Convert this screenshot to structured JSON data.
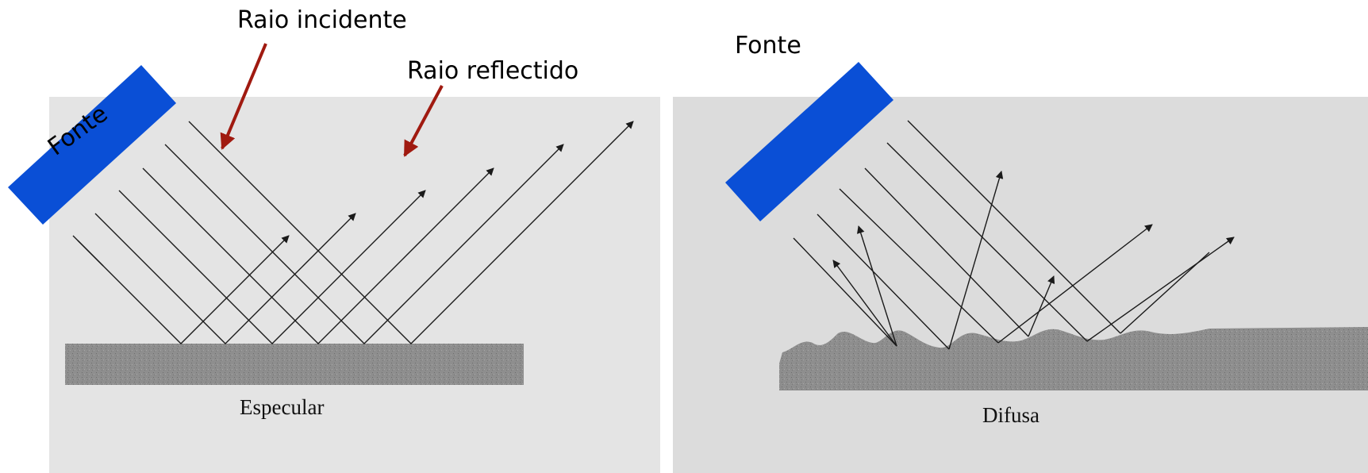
{
  "figure": {
    "left_caption": "Especular",
    "right_caption": "Difusa",
    "labels": {
      "incident_ray": "Raio incidente",
      "reflected_ray": "Raio reflectido",
      "source_left": "Fonte",
      "source_right": "Fonte"
    },
    "colors": {
      "source_block": "#0a4fd6",
      "annotation_arrow": "#a01a10",
      "ray": "#1a1a1a",
      "surface": "#8c8c8c"
    }
  }
}
